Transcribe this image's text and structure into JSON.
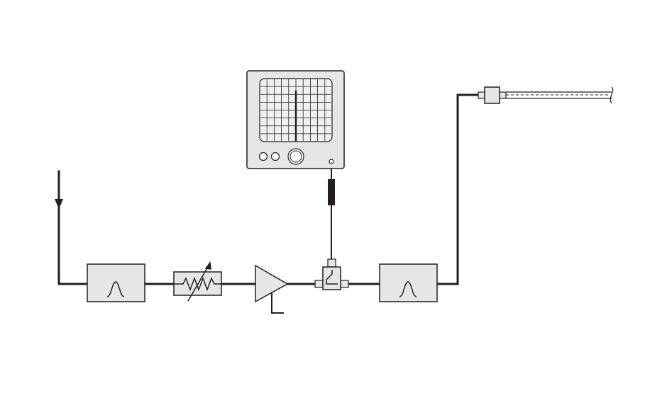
{
  "diagram": {
    "kind": "rf-signal-chain-schematic",
    "colors": {
      "line": "#231f20",
      "fill": "#e6e6e7",
      "screen": "#f0f0f0",
      "background": "#ffffff"
    },
    "components": [
      {
        "id": "input-arrow",
        "icon": "arrow-down-icon"
      },
      {
        "id": "bandpass-filter-1",
        "icon": "bandpass-curve-icon"
      },
      {
        "id": "variable-attenuator",
        "icon": "variable-resistor-icon"
      },
      {
        "id": "amplifier",
        "icon": "amplifier-triangle-icon"
      },
      {
        "id": "directional-coupler",
        "icon": "coupler-icon"
      },
      {
        "id": "bandpass-filter-2",
        "icon": "bandpass-curve-icon"
      },
      {
        "id": "spectrum-analyzer",
        "icon": "oscilloscope-icon"
      },
      {
        "id": "inline-attenuator",
        "icon": "pad-icon"
      },
      {
        "id": "output-connector",
        "icon": "connector-icon"
      },
      {
        "id": "coax-cable",
        "icon": "coax-cable-icon"
      }
    ]
  }
}
